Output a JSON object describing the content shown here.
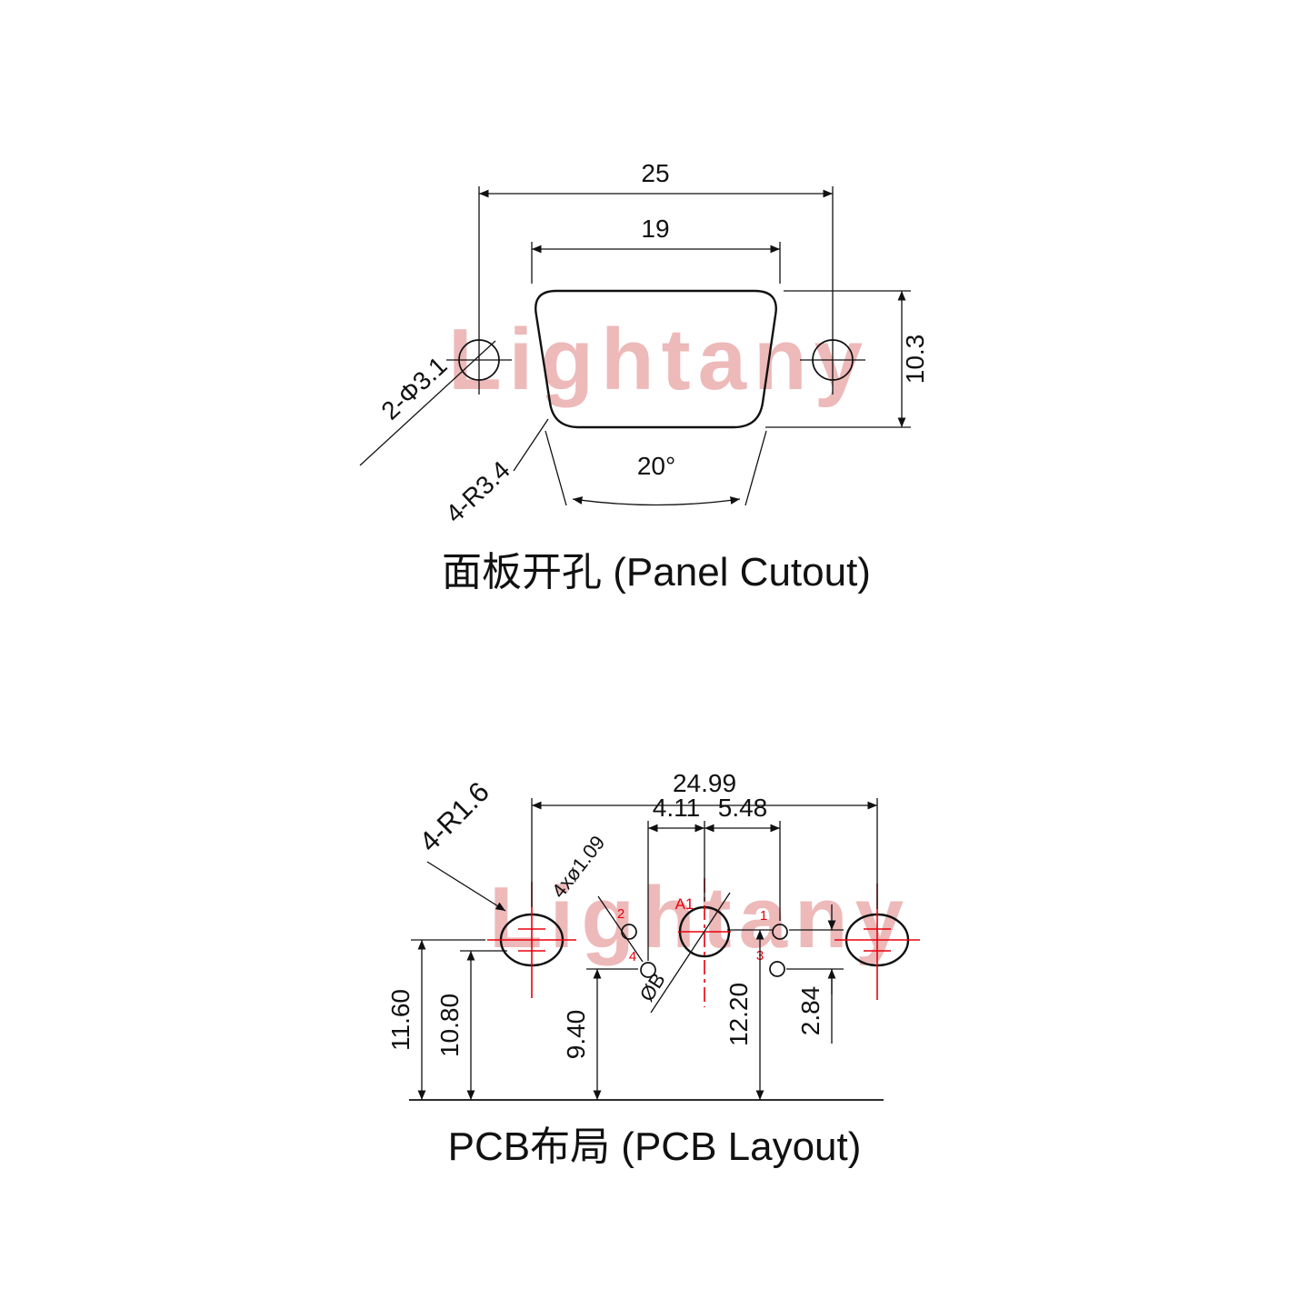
{
  "colors": {
    "line": "#111111",
    "red": "#e8000d",
    "watermark": "#edb9b9"
  },
  "watermark_text": "Lightany",
  "panel_cutout": {
    "title": "面板开孔 (Panel Cutout)",
    "dim_width_outer": "25",
    "dim_width_inner": "19",
    "dim_height": "10.3",
    "label_mount_holes": "2-Φ3.1",
    "label_corner_radius": "4-R3.4",
    "dim_angle": "20°"
  },
  "pcb_layout": {
    "title": "PCB布局 (PCB Layout)",
    "dim_width_total": "24.99",
    "dim_pitch_left": "4.11",
    "dim_pitch_right": "5.48",
    "label_pad_radius": "4-R1.6",
    "label_pin_holes": "4xø1.09",
    "label_coax": "A1",
    "label_coax_dia": "ØB",
    "dim_pad_height": "11.60",
    "dim_pad_height2": "10.80",
    "dim_row_lower": "9.40",
    "dim_row_upper": "12.20",
    "dim_row_gap": "2.84",
    "pins": {
      "p1": "1",
      "p2": "2",
      "p3": "3",
      "p4": "4"
    }
  }
}
